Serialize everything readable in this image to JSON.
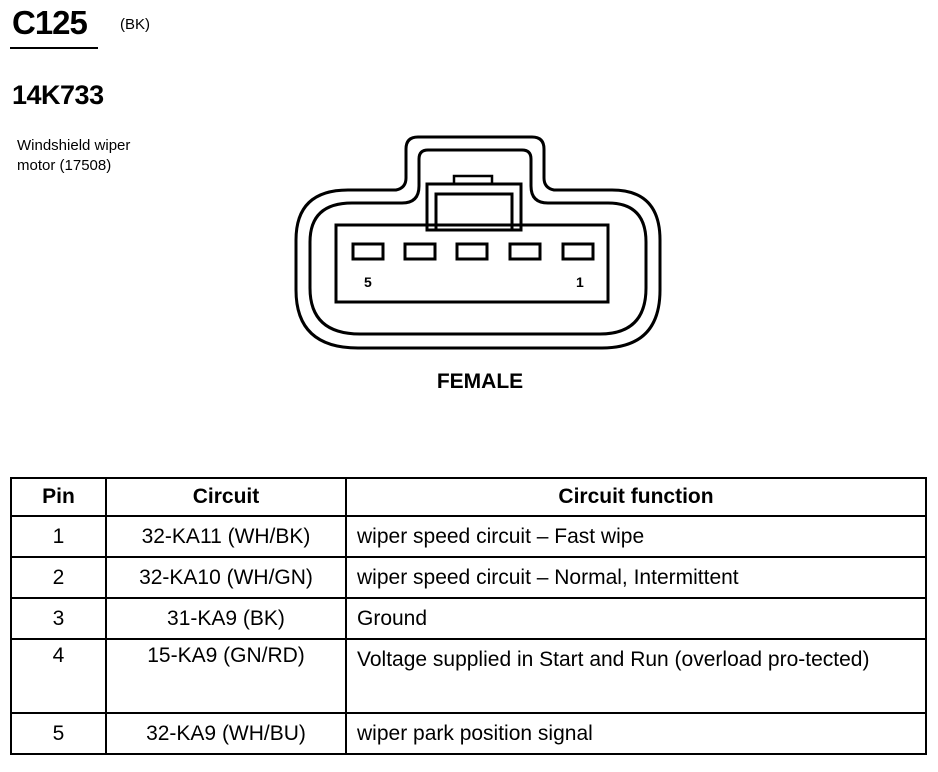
{
  "header": {
    "connector_id": "C125",
    "connector_color": "(BK)",
    "part_number": "14K733",
    "description_lines": [
      "Windshield wiper",
      "motor (17508)"
    ]
  },
  "connector": {
    "pin_label_left": "5",
    "pin_label_right": "1",
    "pin_count": 5,
    "gender": "FEMALE"
  },
  "table": {
    "headers": [
      "Pin",
      "Circuit",
      "Circuit function"
    ],
    "rows": [
      {
        "pin": "1",
        "circuit": "32-KA11 (WH/BK)",
        "function": "wiper speed circuit – Fast wipe"
      },
      {
        "pin": "2",
        "circuit": "32-KA10 (WH/GN)",
        "function": "wiper speed circuit – Normal, Intermittent"
      },
      {
        "pin": "3",
        "circuit": "31-KA9 (BK)",
        "function": "Ground"
      },
      {
        "pin": "4",
        "circuit": "15-KA9 (GN/RD)",
        "function": "Voltage supplied in Start and Run (overload pro-tected)"
      },
      {
        "pin": "5",
        "circuit": "32-KA9 (WH/BU)",
        "function": "wiper park position signal"
      }
    ]
  }
}
